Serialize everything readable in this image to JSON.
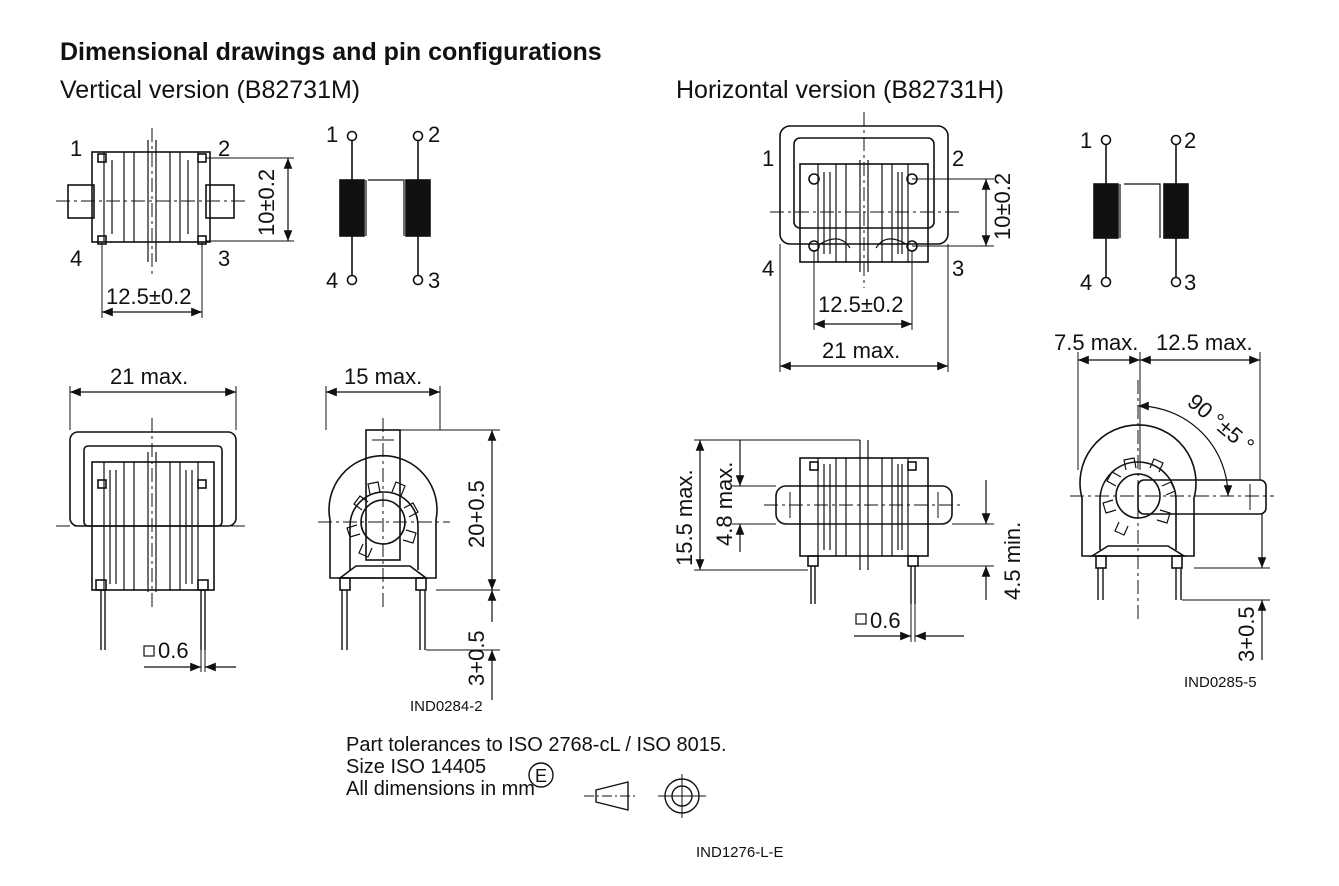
{
  "title": "Dimensional drawings and pin configurations",
  "vertical": {
    "label": "Vertical version (B82731M)",
    "pins": [
      "1",
      "2",
      "3",
      "4"
    ],
    "dims": {
      "pin_height": "10±0.2",
      "pin_pitch": "12.5±0.2",
      "width": "21 max.",
      "depth": "15 max.",
      "height": "20+0.5",
      "lead": "3+0.5",
      "pin_section": "0.6"
    },
    "ref": "IND0284-2"
  },
  "horizontal": {
    "label": "Horizontal version (B82731H)",
    "pins": [
      "1",
      "2",
      "3",
      "4"
    ],
    "dims": {
      "pin_height": "10±0.2",
      "pin_pitch": "12.5±0.2",
      "width": "21 max.",
      "left_offset": "7.5 max.",
      "right_offset": "12.5 max.",
      "angle": "90 °±5 °",
      "height_total": "15.5 max.",
      "height_center": "4.8 max.",
      "lead_min": "4.5 min.",
      "pin_section": "0.6",
      "lead": "3+0.5"
    },
    "ref": "IND0285-5"
  },
  "notes": {
    "line1": "Part tolerances to ISO 2768-cL / ISO 8015.",
    "line2": "Size ISO 14405",
    "envelope_symbol": "E",
    "line3": "All dimensions in mm",
    "ref": "IND1276-L-E"
  }
}
